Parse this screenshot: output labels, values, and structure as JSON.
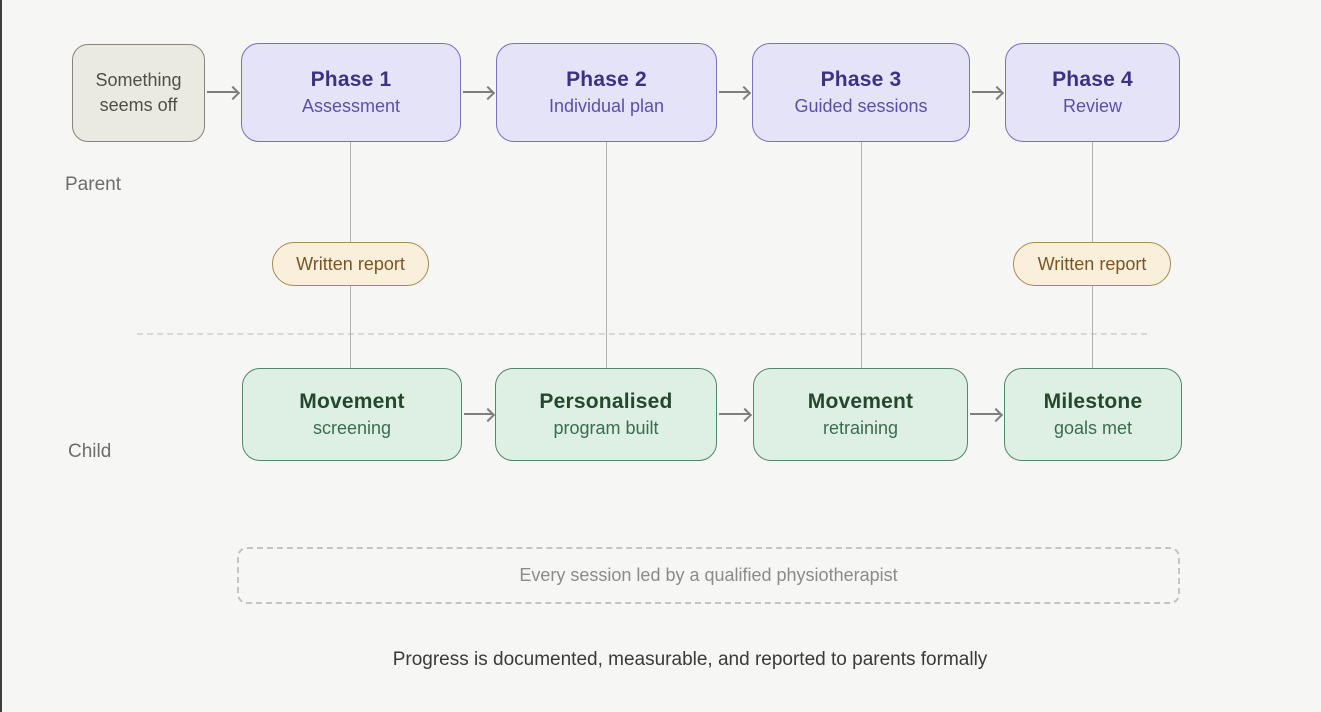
{
  "colors": {
    "background": "#f6f6f5",
    "start_fill": "#ebeae2",
    "start_border": "#86867d",
    "start_text": "#4f4f49",
    "phase_fill": "#e5e3f8",
    "phase_border": "#7b6fc0",
    "phase_title": "#3b3283",
    "phase_subtitle": "#5a4fae",
    "child_fill": "#def0e4",
    "child_border": "#55856a",
    "child_title": "#25462f",
    "child_subtitle": "#3c6b4f",
    "badge_fill": "#f9efdb",
    "badge_border": "#a98b52",
    "badge_text": "#7a5526",
    "arrow": "#7e7e7e"
  },
  "start_box": {
    "label": "Something seems off"
  },
  "lanes": {
    "parent": "Parent",
    "child": "Child"
  },
  "phases": [
    {
      "title": "Phase 1",
      "subtitle": "Assessment"
    },
    {
      "title": "Phase 2",
      "subtitle": "Individual plan"
    },
    {
      "title": "Phase 3",
      "subtitle": "Guided sessions"
    },
    {
      "title": "Phase 4",
      "subtitle": "Review"
    }
  ],
  "child_steps": [
    {
      "title": "Movement",
      "subtitle": "screening"
    },
    {
      "title": "Personalised",
      "subtitle": "program built"
    },
    {
      "title": "Movement",
      "subtitle": "retraining"
    },
    {
      "title": "Milestone",
      "subtitle": "goals met"
    }
  ],
  "badges": {
    "left": "Written report",
    "right": "Written report"
  },
  "callout": {
    "text": "Every session led by a qualified physiotherapist"
  },
  "footnote": {
    "text": "Progress is documented, measurable, and reported to parents formally"
  }
}
